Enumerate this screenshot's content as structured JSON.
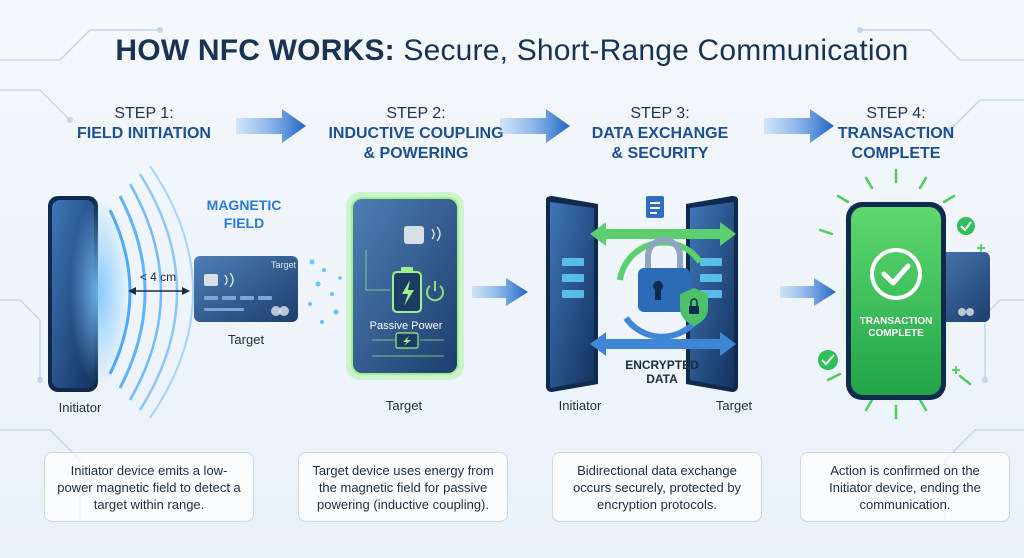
{
  "title": {
    "bold": "HOW NFC WORKS:",
    "rest": " Secure, Short-Range Communication"
  },
  "steps": [
    {
      "num": "STEP 1:",
      "name": "FIELD INITIATION",
      "name2": ""
    },
    {
      "num": "STEP 2:",
      "name": "INDUCTIVE COUPLING",
      "name2": "& POWERING"
    },
    {
      "num": "STEP 3:",
      "name": "DATA EXCHANGE",
      "name2": "& SECURITY"
    },
    {
      "num": "STEP 4:",
      "name": "TRANSACTION",
      "name2": "COMPLETE"
    }
  ],
  "step1": {
    "field_label_1": "MAGNETIC",
    "field_label_2": "FIELD",
    "distance": "< 4 cm",
    "card_tag": "Target",
    "target_label": "Target",
    "initiator_label": "Initiator"
  },
  "step2": {
    "passive_power": "Passive Power",
    "target_label": "Target"
  },
  "step3": {
    "encrypted_1": "ENCRYPTED",
    "encrypted_2": "DATA",
    "initiator_label": "Initiator",
    "target_label": "Target"
  },
  "step4": {
    "complete_1": "TRANSACTION",
    "complete_2": "COMPLETE"
  },
  "descriptions": [
    "Initiator device emits a low-power magnetic field to detect a target within range.",
    "Target device uses energy from the magnetic field for passive powering (inductive coupling).",
    "Bidirectional data exchange occurs securely, protected by encryption protocols.",
    "Action is confirmed on the Initiator device, ending the communication."
  ],
  "colors": {
    "navy": "#1a3352",
    "accent_blue": "#2b7bd6",
    "success_green": "#2fbf5a",
    "glow_green": "#6fe07a"
  }
}
